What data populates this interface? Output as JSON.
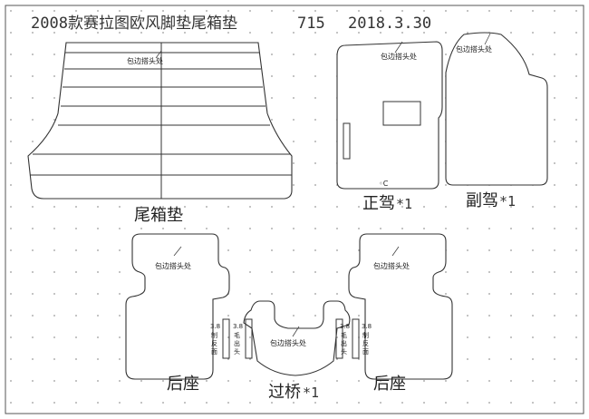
{
  "title": {
    "name": "2008款赛拉图欧风脚垫尾箱垫",
    "code": "715",
    "date": "2018.3.30"
  },
  "note": "包边搭头处",
  "pieces": {
    "trunk": {
      "label": "尾箱垫"
    },
    "driver": {
      "label": "正驾",
      "qty": "*1",
      "mark": "◦C"
    },
    "passenger": {
      "label": "副驾",
      "qty": "*1"
    },
    "rear_left": {
      "label": "后座",
      "side_thickness": "3.8",
      "side_text": "制反面"
    },
    "bridge": {
      "label": "过桥",
      "qty": "*1",
      "left_thickness": "3.8",
      "left_text": "毛出头",
      "right_thickness": "3.8",
      "right_text": "毛出头"
    },
    "rear_right": {
      "label": "后座",
      "side_thickness": "3.8",
      "side_text": "制反面"
    }
  }
}
